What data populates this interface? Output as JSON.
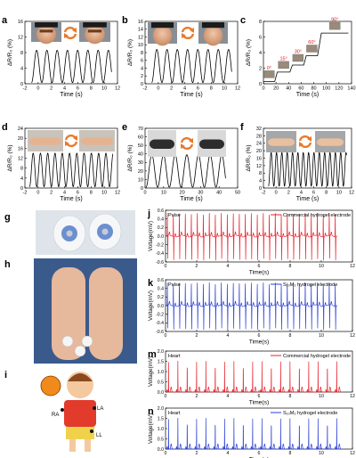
{
  "panels": [
    {
      "letter": "a",
      "type": "line",
      "x": [
        -2,
        0,
        2,
        4,
        6,
        8,
        10,
        12
      ],
      "ylabel": "ΔR/R₀ (%)",
      "xlabel": "Time (s)",
      "yticks": [
        0,
        4,
        8,
        12,
        16
      ],
      "xticks": [
        "-2",
        "0",
        "2",
        "4",
        "6",
        "8",
        "10",
        "12"
      ],
      "series": [
        {
          "period": 1.55,
          "min": 0.3,
          "max": 8.6,
          "tstart": -1.0,
          "tend": 11.1
        }
      ]
    },
    {
      "letter": "b",
      "type": "line",
      "ylabel": "ΔR/R₀ (%)",
      "xlabel": "Time (s)",
      "yticks": [
        0,
        2,
        4,
        6,
        8,
        10,
        12,
        14,
        16
      ],
      "xticks": [
        "-2",
        "0",
        "2",
        "4",
        "6",
        "8",
        "10",
        "12"
      ],
      "series": [
        {
          "period": 1.55,
          "min": 0.3,
          "max": 8.8,
          "tstart": -1.0,
          "tend": 11.1
        }
      ]
    },
    {
      "letter": "c",
      "type": "step",
      "ylabel": "ΔR/R₀ (%)",
      "xlabel": "Time (s)",
      "yticks": [
        0,
        2,
        4,
        6,
        8
      ],
      "xticks": [
        "0",
        "20",
        "40",
        "60",
        "80",
        "100",
        "120",
        "140"
      ],
      "angle_labels": [
        "0°",
        "15°",
        "30°",
        "60°",
        "90°"
      ],
      "steps": [
        {
          "t0": 0,
          "t1": 18,
          "v": 0.3
        },
        {
          "t0": 22,
          "t1": 42,
          "v": 1.5
        },
        {
          "t0": 46,
          "t1": 64,
          "v": 2.4
        },
        {
          "t0": 68,
          "t1": 86,
          "v": 3.6
        },
        {
          "t0": 92,
          "t1": 135,
          "v": 6.5
        }
      ]
    },
    {
      "letter": "d",
      "type": "line",
      "ylabel": "ΔR/R₀ (%)",
      "xlabel": "Time (s)",
      "yticks": [
        0,
        4,
        8,
        12,
        16,
        20,
        24
      ],
      "xticks": [
        "-2",
        "0",
        "2",
        "4",
        "6",
        "8",
        "10",
        "12"
      ],
      "series": [
        {
          "period": 1.1,
          "min": 0.5,
          "max": 14.0,
          "tstart": -1.3,
          "tend": 11.3
        }
      ]
    },
    {
      "letter": "e",
      "type": "line",
      "ylabel": "ΔR/R₀ (%)",
      "xlabel": "Time (s)",
      "yticks": [
        0,
        10,
        20,
        30,
        40,
        50,
        60,
        70
      ],
      "xticks": [
        "0",
        "10",
        "20",
        "30",
        "40",
        "50"
      ],
      "series": [
        {
          "period": 6.3,
          "min": 1.0,
          "max": 39.0,
          "tstart": 0.5,
          "tend": 43.5
        }
      ]
    },
    {
      "letter": "f",
      "type": "line",
      "ylabel": "ΔR/R₀ (%)",
      "xlabel": "Time (s)",
      "yticks": [
        0,
        4,
        8,
        12,
        16,
        20,
        24,
        28,
        32
      ],
      "xticks": [
        "-2",
        "0",
        "2",
        "4",
        "6",
        "8",
        "10",
        "12"
      ],
      "series": [
        {
          "period": 0.85,
          "min": 1.0,
          "max": 19.0,
          "tstart": -1.2,
          "tend": 11.2
        }
      ]
    }
  ],
  "ecg": [
    {
      "letter": "j",
      "type": "line",
      "label": "Pulse",
      "legend": "Commercial hydrogel electrode",
      "color": "#e8202a",
      "ylabel": "Voltage(mV)",
      "xlabel": "Time(s)",
      "yticks": [
        "-0.6",
        "-0.4",
        "-0.2",
        "0.0",
        "0.2",
        "0.4",
        "0.6"
      ],
      "xticks": [
        "0",
        "2",
        "4",
        "6",
        "8",
        "10",
        "12"
      ],
      "beats_period": 0.385,
      "tend": 11.0,
      "peak": 0.55,
      "trough": -0.55
    },
    {
      "letter": "k",
      "type": "line",
      "label": "Pulse",
      "legend": "S₁₀M₂ hydrogel electrode",
      "color": "#2a3fd8",
      "ylabel": "Voltage(mV)",
      "xlabel": "Time(s)",
      "yticks": [
        "-0.6",
        "-0.4",
        "-0.2",
        "0.0",
        "0.2",
        "0.4",
        "0.6"
      ],
      "xticks": [
        "0",
        "2",
        "4",
        "6",
        "8",
        "10",
        "12"
      ],
      "beats_period": 0.385,
      "tend": 11.0,
      "peak": 0.55,
      "trough": -0.55
    },
    {
      "letter": "m",
      "type": "line",
      "label": "Heart",
      "legend": "Commercial hydrogel electrode",
      "color": "#e8202a",
      "ylabel": "Voltage(mV)",
      "xlabel": "Time(s)",
      "yticks": [
        "0.0",
        "0.5",
        "1.0",
        "1.5",
        "2.0"
      ],
      "xticks": [
        "0",
        "2",
        "4",
        "6",
        "8",
        "10",
        "12"
      ],
      "beats_period": 0.6,
      "tend": 11.3,
      "peak": 1.55,
      "trough": -0.2
    },
    {
      "letter": "n",
      "type": "line",
      "label": "Heart",
      "legend": "S₁₀M₂ hydrogel electrode",
      "color": "#2a3fd8",
      "ylabel": "Voltage(mV)",
      "xlabel": "Time(s)",
      "yticks": [
        "0.0",
        "0.5",
        "1.0",
        "1.5",
        "2.0"
      ],
      "xticks": [
        "0",
        "2",
        "4",
        "6",
        "8",
        "10",
        "12"
      ],
      "beats_period": 0.6,
      "tend": 11.3,
      "peak": 1.55,
      "trough": -0.2
    }
  ],
  "photo_letters": [
    "g",
    "h",
    "i"
  ],
  "body_labels": {
    "ra": "RA",
    "la": "LA",
    "ll": "LL"
  }
}
